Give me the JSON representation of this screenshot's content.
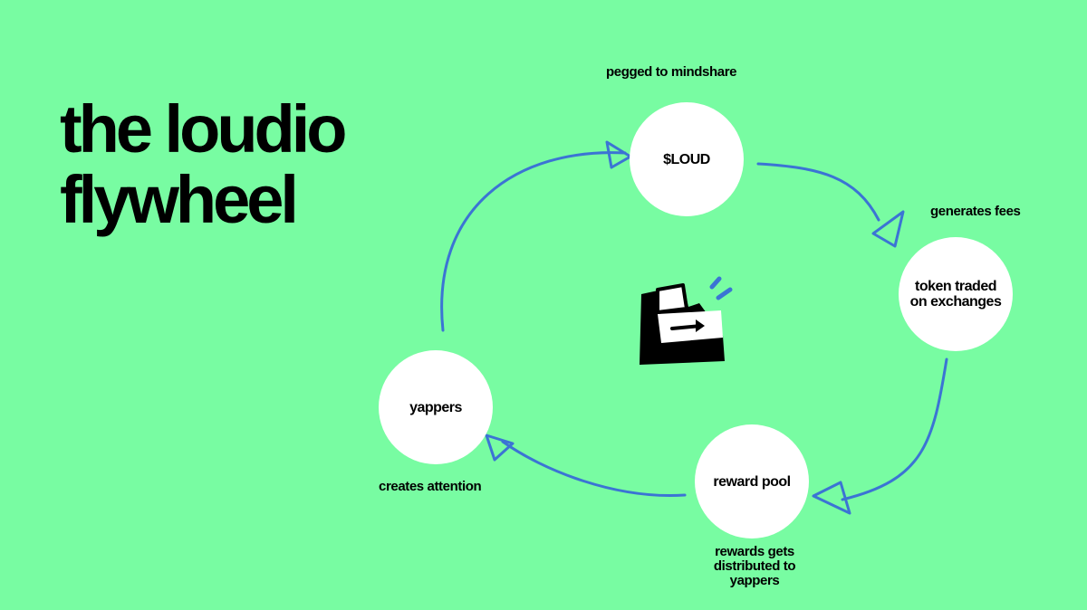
{
  "background_color": "#78fca2",
  "arrow_color": "#3b74d4",
  "title": {
    "line1": "the loudio",
    "line2": "flywheel"
  },
  "nodes": {
    "loud": "$LOUD",
    "exchanges_line1": "token traded",
    "exchanges_line2": "on exchanges",
    "reward_pool": "reward pool",
    "yappers": "yappers"
  },
  "captions": {
    "pegged": "pegged to mindshare",
    "fees": "generates fees",
    "rewards_line1": "rewards gets",
    "rewards_line2": "distributed to",
    "rewards_line3": "yappers",
    "attention": "creates attention"
  },
  "icons": {
    "center": "cash-register-box-icon"
  }
}
